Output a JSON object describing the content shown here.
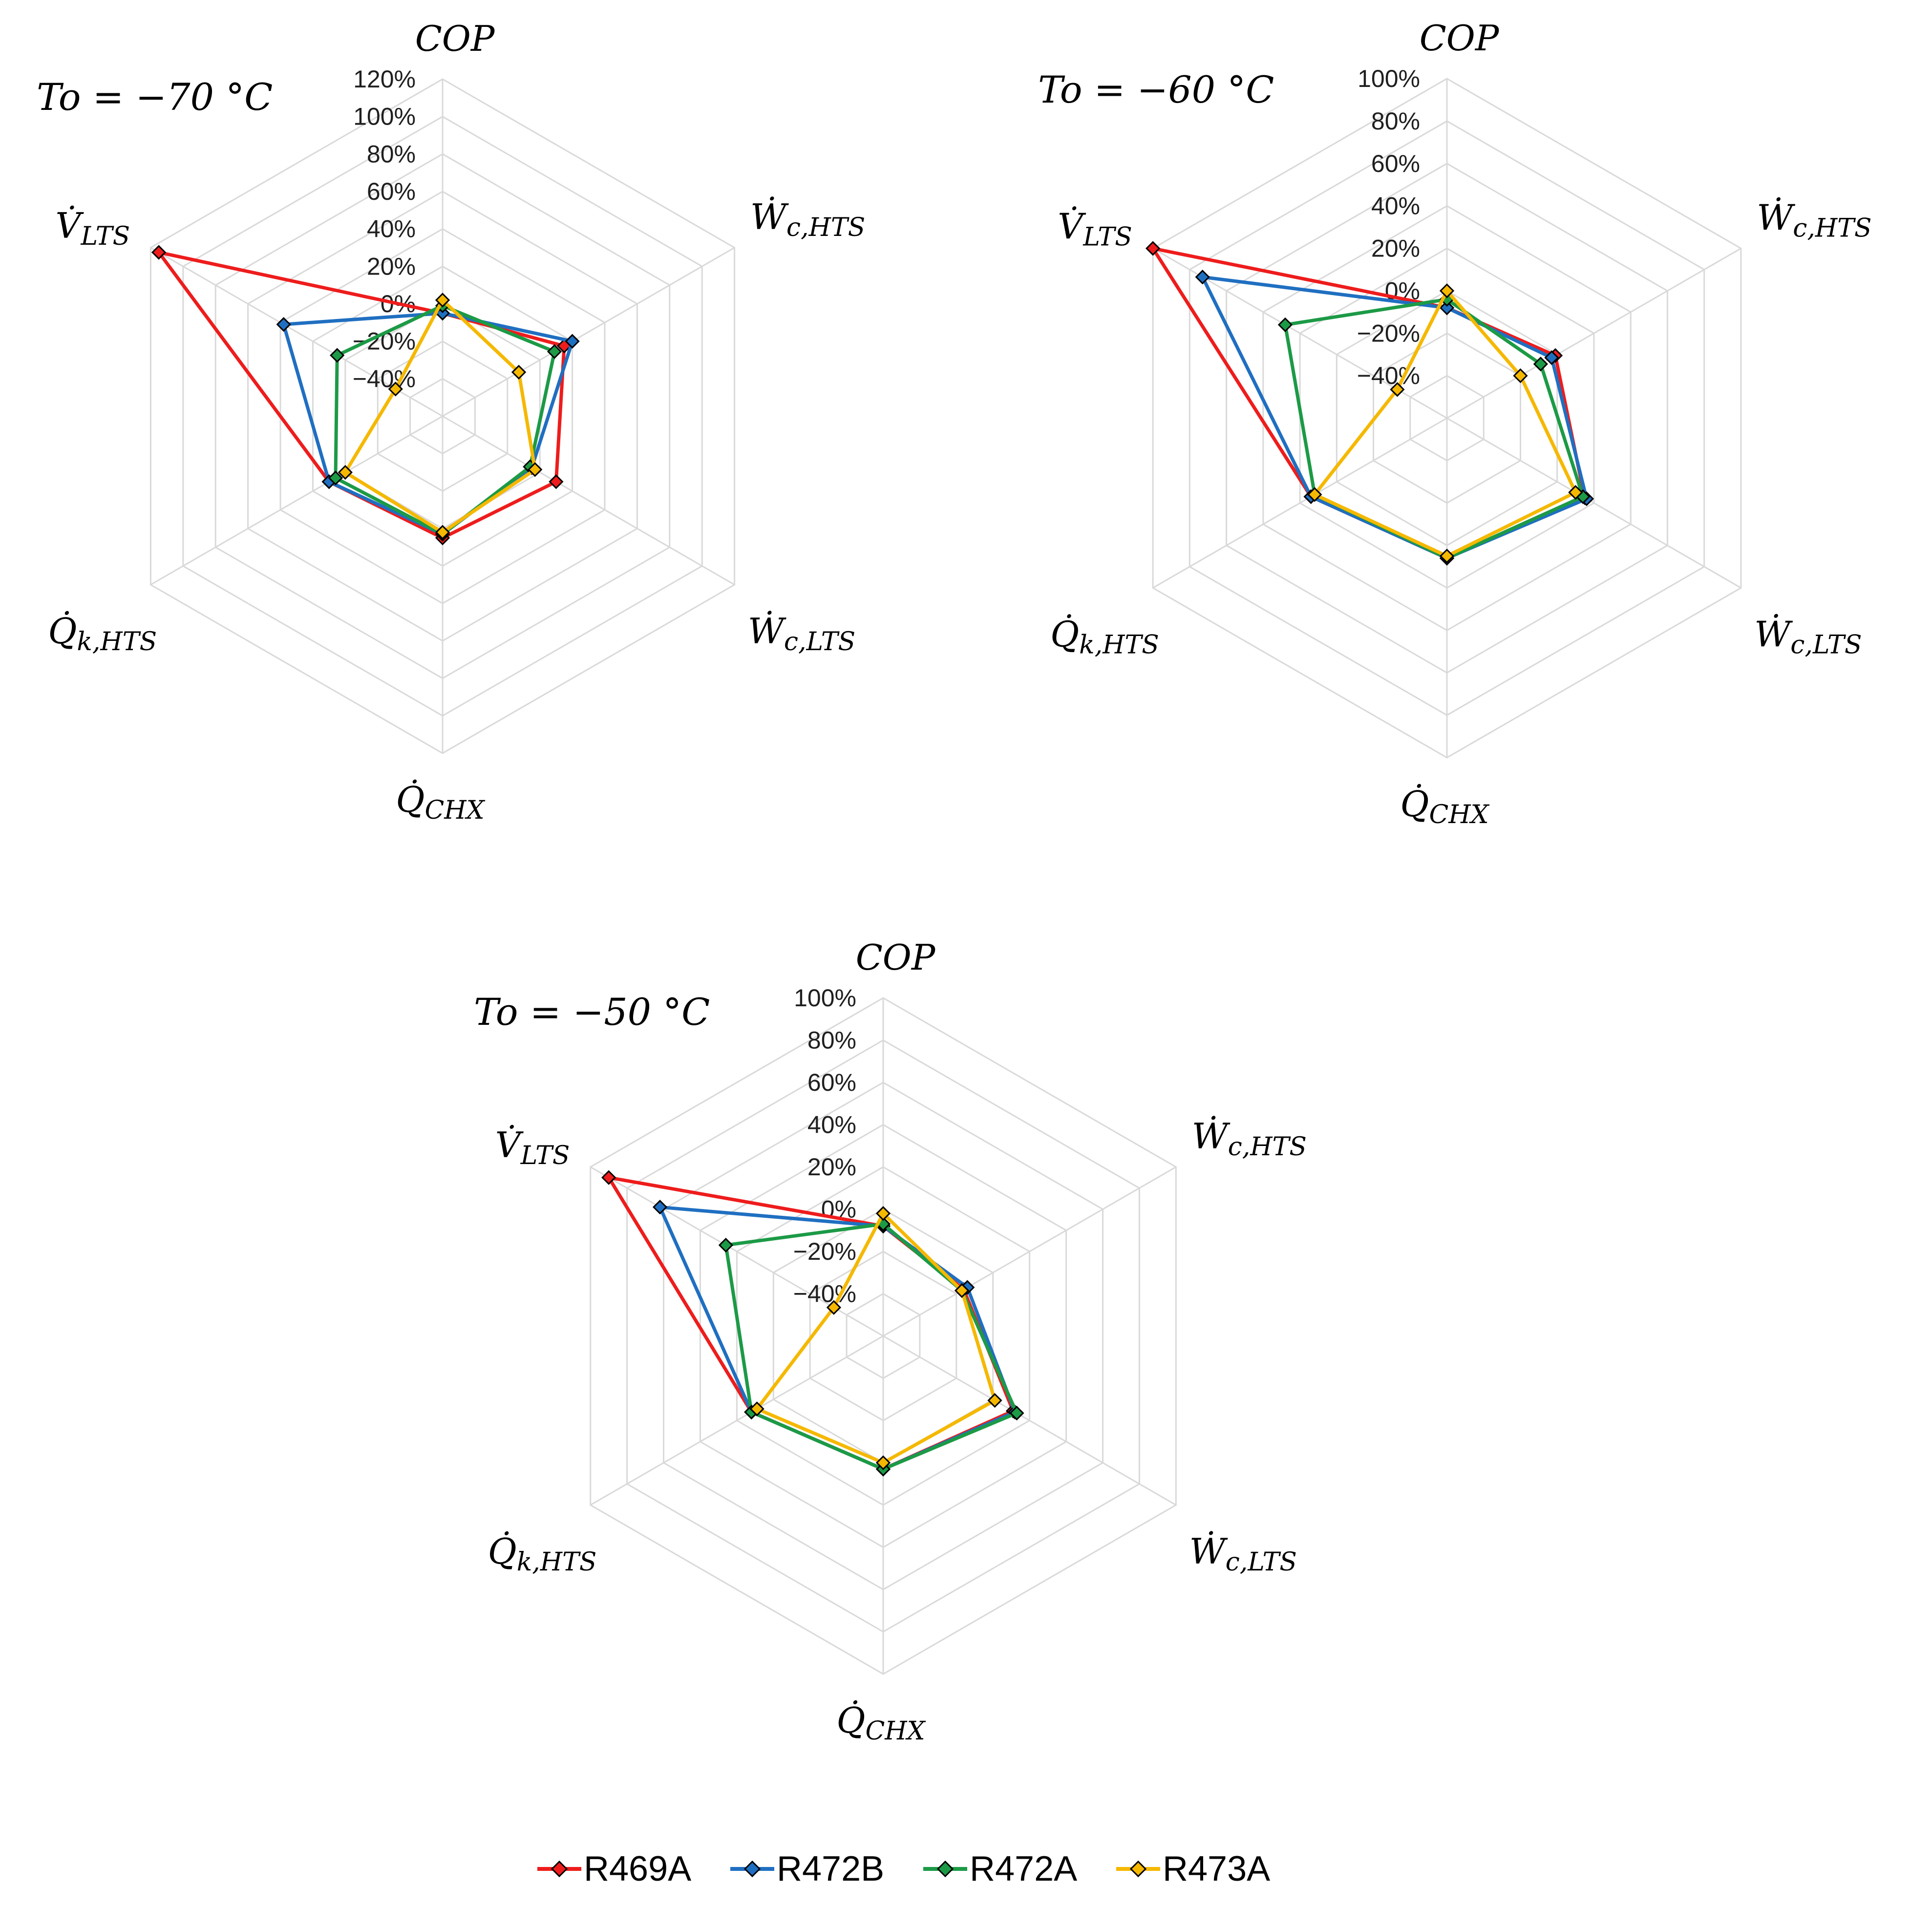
{
  "axis_labels": [
    {
      "main": "COP",
      "dot": false,
      "sub": ""
    },
    {
      "main": "W",
      "dot": true,
      "sub": "c,HTS"
    },
    {
      "main": "W",
      "dot": true,
      "sub": "c,LTS"
    },
    {
      "main": "Q",
      "dot": true,
      "sub": "CHX"
    },
    {
      "main": "Q",
      "dot": true,
      "sub": "k,HTS"
    },
    {
      "main": "V",
      "dot": true,
      "sub": "LTS"
    }
  ],
  "legend": [
    {
      "name": "R469A",
      "color": "#ee1c1c"
    },
    {
      "name": "R472B",
      "color": "#1f6fc1"
    },
    {
      "name": "R472A",
      "color": "#1c9a46"
    },
    {
      "name": "R473A",
      "color": "#f5b800"
    }
  ],
  "chart_data": [
    {
      "type": "radar",
      "title": "To = −70 °C",
      "categories": [
        "COP",
        "Ẇc,HTS",
        "Ẇc,LTS",
        "Q̇CHX",
        "Q̇k,HTS",
        "V̇LTS"
      ],
      "rlim": [
        -60,
        120
      ],
      "ticks": [
        -40,
        -20,
        0,
        20,
        40,
        60,
        80,
        100,
        120
      ],
      "tick_labels": [
        "−40%",
        "−20%",
        "0%",
        "20%",
        "40%",
        "60%",
        "80%",
        "100%",
        "120%"
      ],
      "series": [
        {
          "name": "R469A",
          "values": [
            -5,
            15,
            10,
            5,
            10,
            115
          ]
        },
        {
          "name": "R472B",
          "values": [
            -5,
            20,
            -5,
            3,
            10,
            38
          ]
        },
        {
          "name": "R472A",
          "values": [
            -1,
            9,
            -6,
            3,
            6,
            5
          ]
        },
        {
          "name": "R473A",
          "values": [
            2,
            -13,
            -3,
            2,
            0,
            -31
          ]
        }
      ]
    },
    {
      "type": "radar",
      "title": "To = −60 °C",
      "categories": [
        "COP",
        "Ẇc,HTS",
        "Ẇc,LTS",
        "Q̇CHX",
        "Q̇k,HTS",
        "V̇LTS"
      ],
      "rlim": [
        -60,
        100
      ],
      "ticks": [
        -40,
        -20,
        0,
        20,
        40,
        60,
        80,
        100
      ],
      "tick_labels": [
        "−40%",
        "−20%",
        "0%",
        "20%",
        "40%",
        "60%",
        "80%",
        "100%"
      ],
      "series": [
        {
          "name": "R469A",
          "values": [
            -8,
            -1,
            15,
            6,
            14,
            100
          ]
        },
        {
          "name": "R472B",
          "values": [
            -8,
            -3,
            16,
            6,
            14,
            73
          ]
        },
        {
          "name": "R472A",
          "values": [
            -4,
            -9,
            14,
            6,
            12,
            28
          ]
        },
        {
          "name": "R473A",
          "values": [
            0,
            -20,
            10,
            5,
            12,
            -33
          ]
        }
      ]
    },
    {
      "type": "radar",
      "title": "To = −50 °C",
      "categories": [
        "COP",
        "Ẇc,HTS",
        "Ẇc,LTS",
        "Q̇CHX",
        "Q̇k,HTS",
        "V̇LTS"
      ],
      "rlim": [
        -60,
        100
      ],
      "ticks": [
        -40,
        -20,
        0,
        20,
        40,
        60,
        80,
        100
      ],
      "tick_labels": [
        "−40%",
        "−20%",
        "0%",
        "20%",
        "40%",
        "60%",
        "80%",
        "100%"
      ],
      "series": [
        {
          "name": "R469A",
          "values": [
            -8,
            -16,
            11,
            3,
            12,
            90
          ]
        },
        {
          "name": "R472B",
          "values": [
            -8,
            -14,
            12,
            3,
            12,
            62
          ]
        },
        {
          "name": "R472A",
          "values": [
            -7,
            -17,
            13,
            3,
            12,
            26
          ]
        },
        {
          "name": "R473A",
          "values": [
            -2,
            -17,
            1,
            0,
            9,
            -33
          ]
        }
      ]
    }
  ]
}
